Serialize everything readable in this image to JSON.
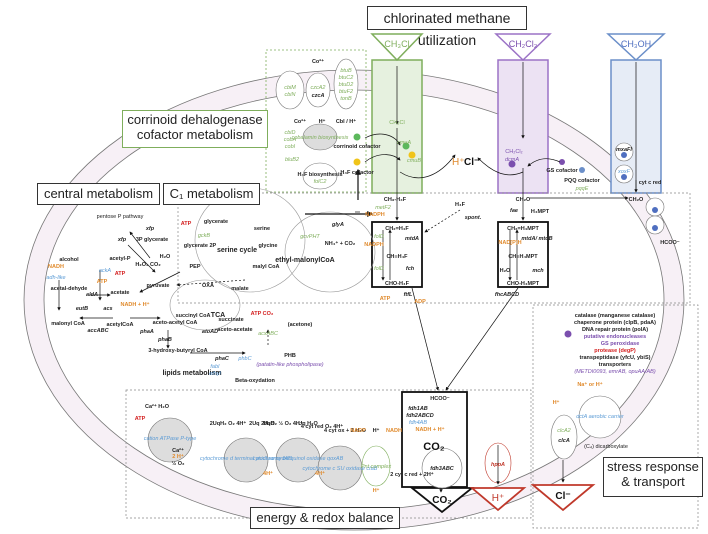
{
  "titles": {
    "chlorinated": "chlorinated methane utilization",
    "corrinoid": "corrinoid dehalogenase cofactor metabolism",
    "central": "central metabolism",
    "c1": "C₁ metabolism",
    "energy": "energy & redox balance",
    "stress": "stress response & transport"
  },
  "substrates": {
    "ch3cl": "CH₃Cl",
    "ch2cl2": "CH₂Cl₂",
    "ch3oh": "CH₃OH"
  },
  "products": {
    "co2": "CO₂",
    "hplus": "H⁺",
    "cl": "Cl⁻"
  },
  "corrinoid": {
    "co2plus_top": "Co²⁺",
    "cbiM": "cbiM",
    "cbiN": "cbiN",
    "czcA2": "czcA2",
    "czcA": "czcA",
    "btu": [
      "btuB",
      "btuC2",
      "btuD2",
      "btuF2",
      "tonB"
    ],
    "co2plus": "Co²⁺",
    "hplus": "H⁺",
    "cbl": "Cbl / H⁺",
    "cbi_genes": [
      "cbiD",
      "cobA",
      "cobI"
    ],
    "cobalamin": "cobalamin biosynthesis",
    "bluB2": "bluB2",
    "corrinoid_cofactor": "corrinoid cofactor",
    "h4f_biosynthesis": "H₄F biosynthesis",
    "folC2": "folC2",
    "h4f_cofactor": "H₄F cofactor"
  },
  "chlorinated": {
    "ch3cl_in": "CH₃Cl",
    "cmuA": "cmuA",
    "cmuB": "cmuB",
    "hcl_h": "H⁺",
    "hcl_cl": "Cl⁻",
    "ch2cl2_in": "CH₂Cl₂",
    "dcmA": "dcmA",
    "gs_cofactor": "GS cofactor",
    "pqq_cofactor": "PQQ cofactor",
    "pqqE": "pqqE",
    "mxaFI": "mxaFI",
    "xoxF": "xoxF",
    "cytcred": "cyt c red",
    "hcoo": "HCOO⁻"
  },
  "c1": {
    "ch3h4f": "CH₃-H₄F",
    "metF2": "metF2",
    "nadph": "NADPH",
    "h4f": "H₄F",
    "spont": "spont.",
    "ch2h4f": "CH₂=H₄F",
    "mtdA": "mtdA",
    "fold": "folD",
    "nadph2": "NADPH",
    "chh4f": "CH≡H₄F",
    "fch": "fch",
    "folD2": "folD",
    "choh4f": "CHO-H₄F",
    "ftfl": "ftfL",
    "atp": "ATP",
    "adp": "ADP",
    "ch2o": "CH₂O",
    "fae": "fae",
    "h4mpt": "H₄MPT",
    "ch2h4mpt": "CH₂=H₄MPT",
    "nadp_h": "NAD[P]H",
    "mtdAB": "mtdA/ mtdB",
    "chh4mpt": "CH≡H₄MPT",
    "h2o": "H₂O",
    "mch": "mch",
    "choh4mpt": "CHO-H₄MPT",
    "fhcABCD": "fhcABCD",
    "ch2o_right": "CH₂O",
    "glyA": "glyA",
    "gcvPHT": "gcvPHT",
    "nh4co2": "NH₄⁺ + CO₂"
  },
  "serine": {
    "title": "serine cycle",
    "glycerate": "glycerate",
    "atp": "ATP",
    "gckB": "gckB",
    "glycerate2p": "glycerate 2P",
    "pep": "PEP",
    "oxa": "OXA",
    "malate": "malate",
    "malylcoa": "malyl CoA",
    "glycine": "glycine",
    "serine": "serine",
    "ethyl": "ethyl-malonylCoA"
  },
  "central": {
    "pentose": "pentose P pathway",
    "xfp1": "xfp",
    "xfp2": "xfp",
    "g3p": "3P glycerate",
    "h2o": "H₂O",
    "acetylp": "acetyl-P",
    "h2o2co2": "H₂O₂ CO₂",
    "pyruvate": "pyruvate",
    "alcohol": "alcohol",
    "nadh": "NADH",
    "adhlike": "adh-like",
    "ackA": "ackA",
    "atp_o": "ATP",
    "atp_r": "ATP",
    "acetaldehyde": "acetal-dehyde",
    "aldA": "aldA",
    "acetate": "acetate",
    "eutB": "eutB",
    "acs": "acs",
    "nadh2": "NADH + H⁺",
    "malonylcoa": "malonyl CoA",
    "accABC": "accABC",
    "acetylcoa": "acetylCoA",
    "phaA": "phaA",
    "acetoacetylcoa": "aceto-acetyl CoA",
    "atoAD": "atoAD",
    "phaB": "phaB",
    "hydroxy": "3-hydroxy-butyryl CoA",
    "phaC": "phaC",
    "phbC": "phbC",
    "phb": "PHB",
    "patatin": "(patatin-like phospholipase)",
    "beta": "Beta-oxydation",
    "lipids": "lipids metabolism",
    "fabI": "fabI",
    "ethyl": "ethyl",
    "tca": "TCA",
    "succinylcoa": "succinyl CoA",
    "succinate": "succinate",
    "acetoacetate": "aceto-acetate",
    "atp_co2": "ATP CO₂",
    "acxABC": "acxABC",
    "acetone": "(acetone)"
  },
  "energy": {
    "atp": "ATP",
    "ca_h2o": "Ca²⁺ H₂O",
    "cation": "cation ATPase P-type",
    "ca2": "Ca²⁺",
    "h2": "2 H⁺",
    "halfo2": "½ O₂",
    "cyt1_in": "2UqH₂ O₂ 4H⁺",
    "cyt1_out": "2Uq 2H₂O",
    "cyt1": "cytochrome d terminal oxidase cydAB",
    "cyt2_in": "UqH₂ ½ O₂ 4H⁺",
    "cyt2_out": "Uq H₂O",
    "cyt2": "cytochrome bd quinol oxidase qoxAB",
    "cyt3_in": "4 cyt red O₂ 4H⁺",
    "cyt3_out": "4 cyt ox + 2 H₂O",
    "cyt3": "cytochrome c SU oxidase ctaB",
    "h4": "4H⁺",
    "nadp": "NADP",
    "hplus": "H⁺",
    "nadh": "NADH",
    "pnt": "Pnt complex",
    "h_out": "H⁺",
    "hcoo": "HCOO⁻",
    "fdh": [
      "fdh1AB",
      "fdh2ABCD",
      "fdh4AB"
    ],
    "nadh2": "NADH + H⁺",
    "co2": "CO₂",
    "fdh3": "fdh3ABC",
    "cytc": "2 cyt c red + 2H⁺",
    "hppA": "hppA"
  },
  "stress": {
    "lines": [
      {
        "text": "catalase (manganese catalase)"
      },
      {
        "text": "chaperone protein (clpB, pdaA)"
      },
      {
        "text": "DNA repair protein (polA)"
      },
      {
        "text": "putative endonucleases"
      },
      {
        "text": "GS peroxidase"
      },
      {
        "text": "protease (degP)"
      },
      {
        "text": "transpeptidase (yfcU, ybiS)"
      },
      {
        "text": "transporters"
      },
      {
        "text": "(METDI0093, emrAB, opuAA/AB)"
      }
    ],
    "na_h": "Na⁺ or H⁺",
    "hplus": "H⁺",
    "clcA2": "clcA2",
    "clcA": "clcA",
    "dctA": "dctA aerobic carrier",
    "c4": "(C₄) dicarboxylate"
  }
}
